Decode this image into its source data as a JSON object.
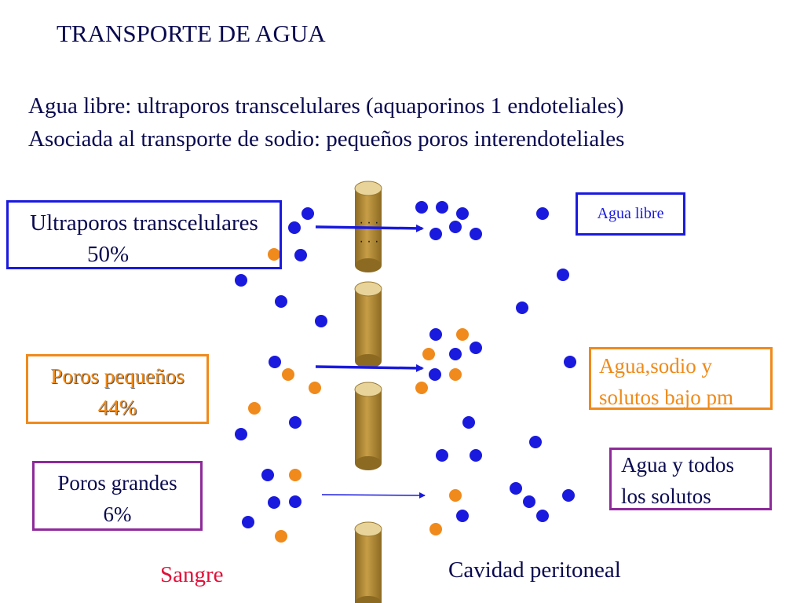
{
  "title": "TRANSPORTE DE AGUA",
  "description": [
    "Agua libre: ultraporos transcelulares (aquaporinos 1 endoteliales)",
    "Asociada al transporte de sodio: pequeños poros interendoteliales"
  ],
  "pores": {
    "ultra": {
      "label": "Ultraporos transcelulares",
      "percent": "50%"
    },
    "small": {
      "label": "Poros pequeños",
      "percent": "44%"
    },
    "large": {
      "label": "Poros grandes",
      "percent": "6%"
    }
  },
  "outcomes": {
    "free_water": "Agua libre",
    "sodium": [
      "Agua,sodio y",
      "solutos bajo pm"
    ],
    "all_solutes": [
      "Agua y todos",
      "los solutos"
    ]
  },
  "compartments": {
    "blood": "Sangre",
    "peritoneal": "Cavidad peritoneal"
  },
  "colors": {
    "water": "#1a1adf",
    "solute": "#f08a1c",
    "membrane": "#b8913a",
    "large_pore": "#8e2a9a",
    "blood_label": "#e0103a"
  }
}
